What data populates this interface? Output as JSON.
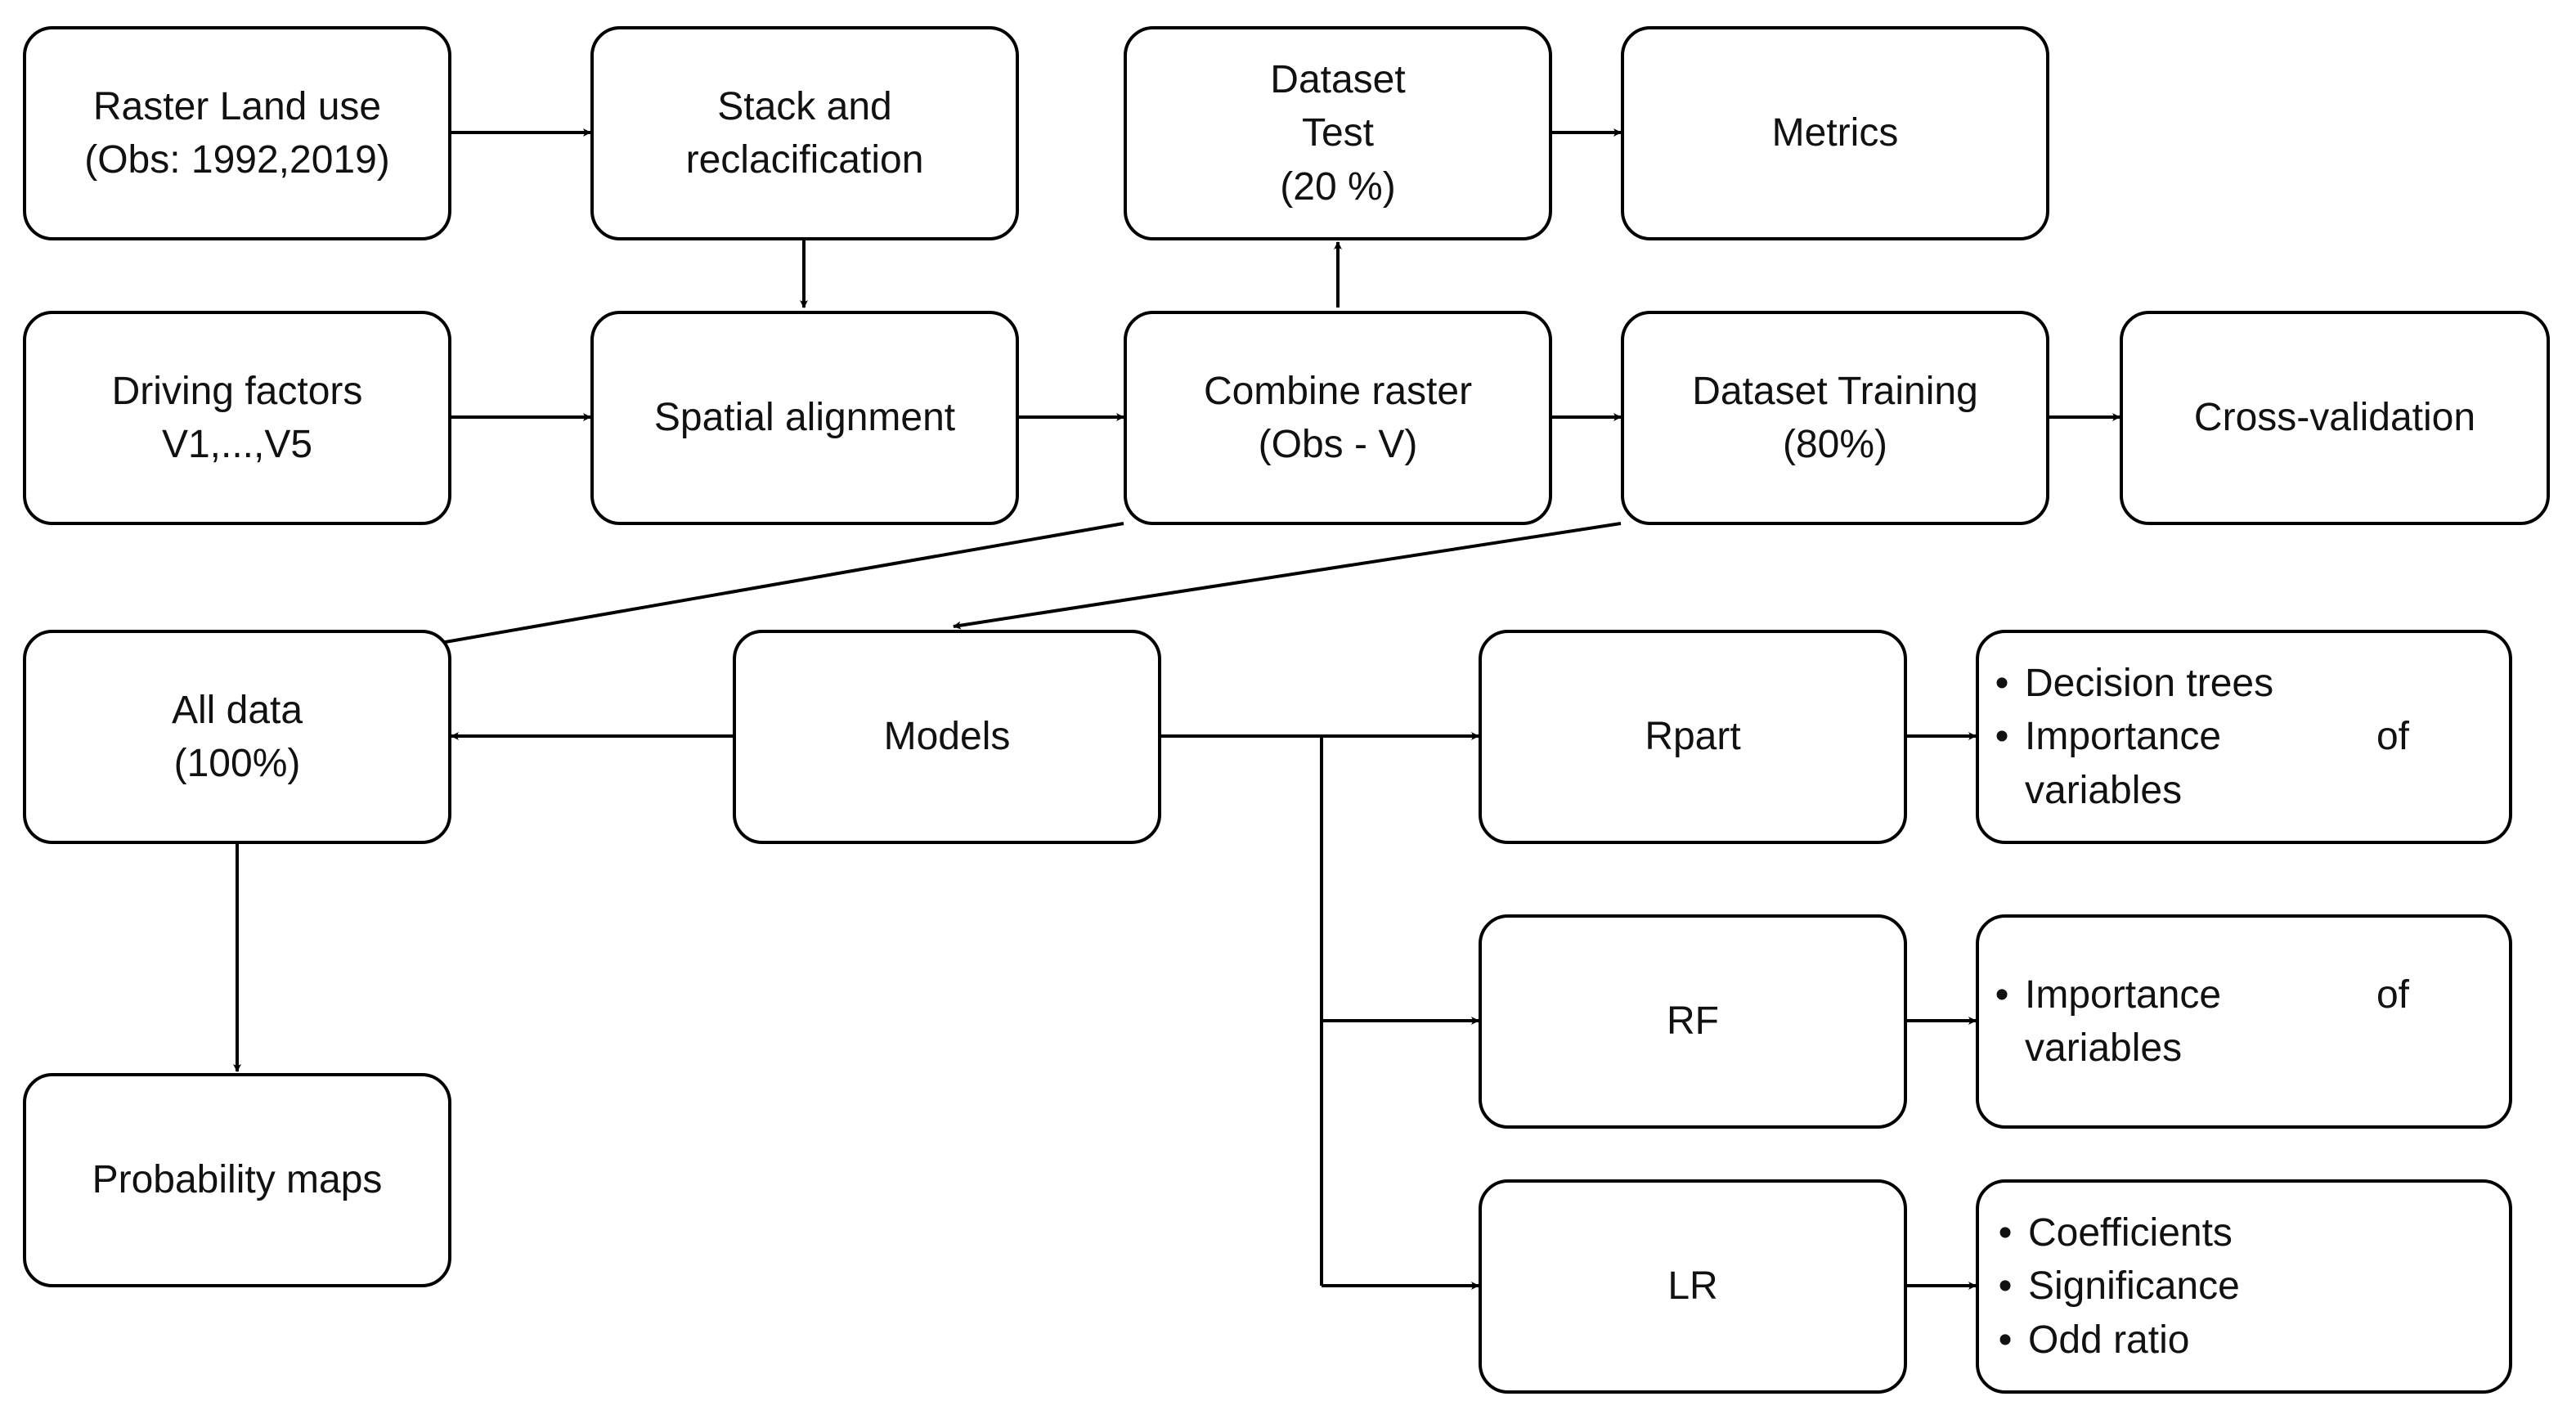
{
  "diagram": {
    "nodes": {
      "raster_land_use": {
        "lines": [
          "Raster Land use",
          "(Obs: 1992,2019)"
        ]
      },
      "stack_reclass": {
        "lines": [
          "Stack and",
          "reclacification"
        ]
      },
      "dataset_test": {
        "lines": [
          "Dataset",
          "Test",
          "(20 %)"
        ]
      },
      "metrics": {
        "lines": [
          "Metrics"
        ]
      },
      "driving_factors": {
        "lines": [
          "Driving factors",
          "V1,...,V5"
        ]
      },
      "spatial_alignment": {
        "lines": [
          "Spatial alignment"
        ]
      },
      "combine_raster": {
        "lines": [
          "Combine raster",
          "(Obs - V)"
        ]
      },
      "dataset_training": {
        "lines": [
          "Dataset Training",
          "(80%)"
        ]
      },
      "cross_validation": {
        "lines": [
          "Cross-validation"
        ]
      },
      "all_data": {
        "lines": [
          "All data",
          "(100%)"
        ]
      },
      "models": {
        "lines": [
          "Models"
        ]
      },
      "rpart": {
        "lines": [
          "Rpart"
        ]
      },
      "rpart_outputs": {
        "items": [
          "Decision trees",
          "Importance of variables"
        ]
      },
      "rf": {
        "lines": [
          "RF"
        ]
      },
      "rf_outputs": {
        "items": [
          "Importance of variables"
        ]
      },
      "lr": {
        "lines": [
          "LR"
        ]
      },
      "lr_outputs": {
        "items": [
          "Coefficients",
          "Significance",
          "Odd ratio"
        ]
      },
      "probability_maps": {
        "lines": [
          "Probability maps"
        ]
      }
    },
    "bullet_symbol": "•",
    "colors": {
      "stroke": "#000000",
      "fill": "#ffffff",
      "text": "#111111"
    }
  }
}
